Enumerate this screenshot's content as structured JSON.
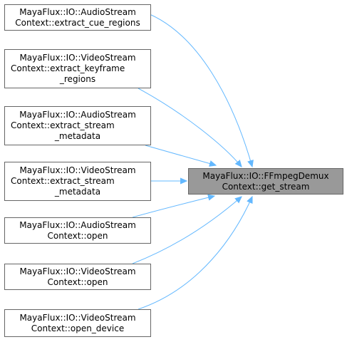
{
  "diagram": {
    "edge_color": "#63b8ff",
    "target": {
      "lines": [
        "MayaFlux::IO::FFmpegDemux",
        "Context::get_stream"
      ],
      "fill": "#999999"
    },
    "callers": [
      {
        "lines": [
          "MayaFlux::IO::AudioStream",
          "Context::extract_cue_regions"
        ]
      },
      {
        "lines": [
          "MayaFlux::IO::VideoStream",
          "Context::extract_keyframe",
          "_regions"
        ]
      },
      {
        "lines": [
          "MayaFlux::IO::AudioStream",
          "Context::extract_stream",
          "_metadata"
        ]
      },
      {
        "lines": [
          "MayaFlux::IO::VideoStream",
          "Context::extract_stream",
          "_metadata"
        ]
      },
      {
        "lines": [
          "MayaFlux::IO::AudioStream",
          "Context::open"
        ]
      },
      {
        "lines": [
          "MayaFlux::IO::VideoStream",
          "Context::open"
        ]
      },
      {
        "lines": [
          "MayaFlux::IO::VideoStream",
          "Context::open_device"
        ]
      }
    ]
  }
}
